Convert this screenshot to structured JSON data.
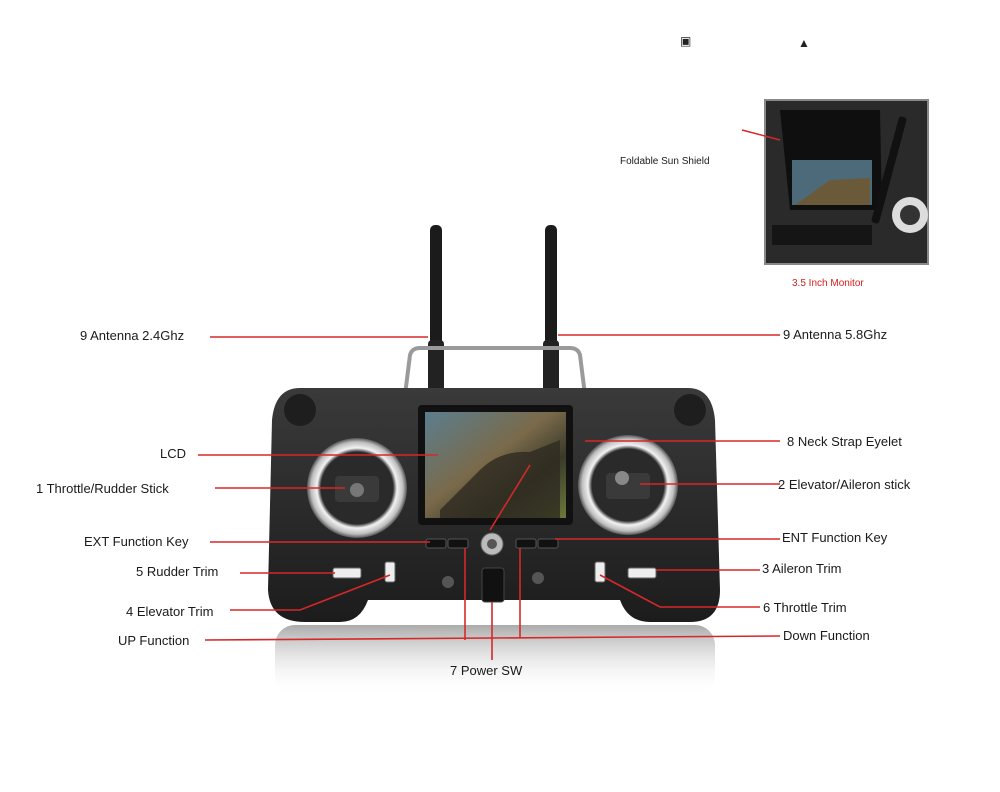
{
  "labels": {
    "antenna_left": "9 Antenna 2.4Ghz",
    "antenna_right": "9 Antenna 5.8Ghz",
    "lcd": "LCD",
    "neck_strap": "8 Neck Strap Eyelet",
    "throttle_rudder": "1 Throttle/Rudder Stick",
    "elevator_aileron": "2 Elevator/Aileron stick",
    "ext_key": "EXT Function Key",
    "ent_key": "ENT Function Key",
    "rudder_trim": "5 Rudder Trim",
    "aileron_trim": "3 Aileron Trim",
    "elevator_trim": "4 Elevator Trim",
    "throttle_trim": "6 Throttle Trim",
    "up_function": "UP Function",
    "down_function": "Down Function",
    "power_sw": "7 Power SW",
    "sun_shield": "Foldable Sun Shield",
    "monitor": "3.5 Inch Monitor"
  },
  "icons": {
    "top_left": "lock-icon",
    "top_right": "eject-icon"
  },
  "colors": {
    "leader": "#d62828",
    "body": "#2b2b2b",
    "ring": "#d9d9d9"
  }
}
